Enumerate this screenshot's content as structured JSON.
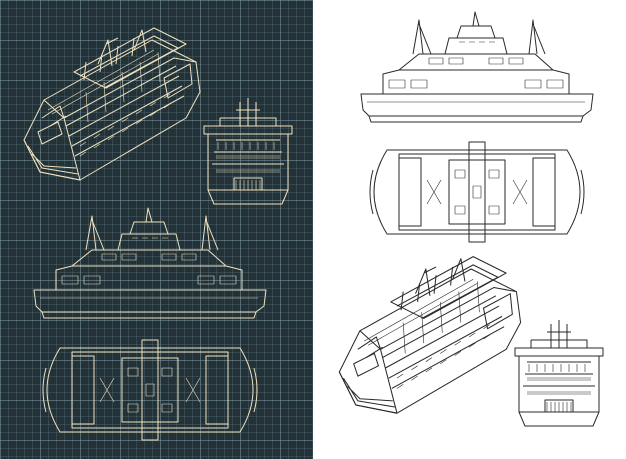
{
  "sheet": {
    "subject": "ferry-blueprints",
    "colors": {
      "dark_background": "#243238",
      "dark_grid": "#5f7880",
      "dark_line": "#efe3bf",
      "light_background": "#ffffff",
      "light_line": "#2a2a2a"
    }
  },
  "views": [
    {
      "panel": "dark",
      "view": "isometric"
    },
    {
      "panel": "dark",
      "view": "front"
    },
    {
      "panel": "dark",
      "view": "side"
    },
    {
      "panel": "dark",
      "view": "top"
    },
    {
      "panel": "light",
      "view": "side"
    },
    {
      "panel": "light",
      "view": "top"
    },
    {
      "panel": "light",
      "view": "isometric"
    },
    {
      "panel": "light",
      "view": "front"
    }
  ]
}
